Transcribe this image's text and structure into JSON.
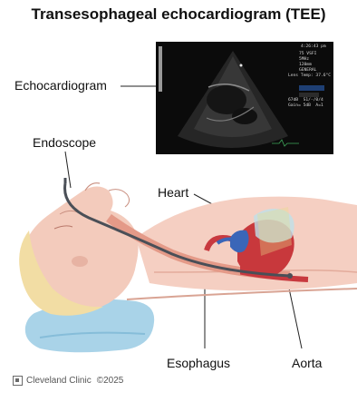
{
  "title": "Transesophageal echocardiogram (TEE)",
  "labels": {
    "echocardiogram": "Echocardiogram",
    "endoscope": "Endoscope",
    "heart": "Heart",
    "esophagus": "Esophagus",
    "aorta": "Aorta"
  },
  "monitor": {
    "top_right": "4:26:43 pm",
    "line2": "75 VSFI",
    "line3": "5MHz",
    "line4": "120mm",
    "line5": "GENERAL",
    "line6": "Lens Temp: 37.6°C",
    "line7": "67dB  S1/-/0/4",
    "line8": "Gain= 5dB  A=1"
  },
  "footer": {
    "logo_text": "Cleveland Clinic",
    "copyright": "©2025"
  }
}
